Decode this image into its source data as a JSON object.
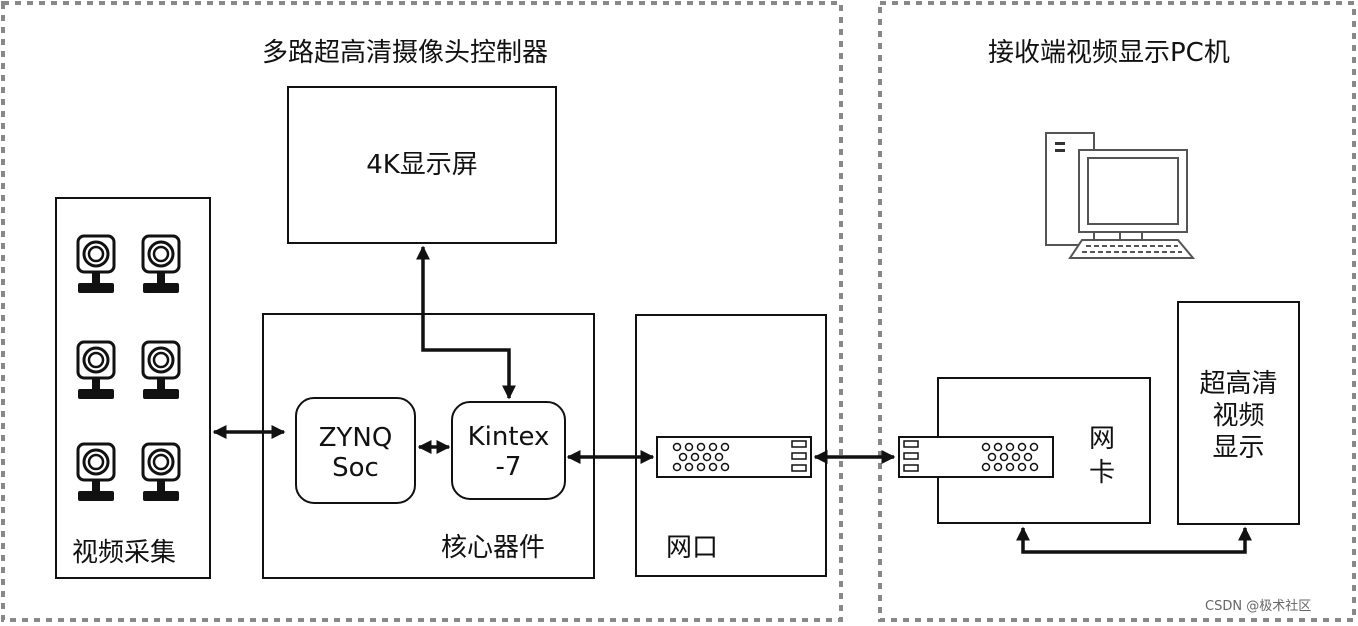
{
  "controller": {
    "title": "多路超高清摄像头控制器"
  },
  "receiver": {
    "title": "接收端视频显示PC机"
  },
  "display_4k": {
    "label": "4K显示屏"
  },
  "capture": {
    "label": "视频采集"
  },
  "core": {
    "label": "核心器件",
    "zynq_label": "ZYNQ\nSoc",
    "kintex_label": "Kintex\n-7"
  },
  "network_port": {
    "label": "网口"
  },
  "nic": {
    "label": "网\n卡"
  },
  "uhd_display": {
    "label": "超高清\n视频\n显示"
  },
  "watermark": "CSDN @极术社区"
}
